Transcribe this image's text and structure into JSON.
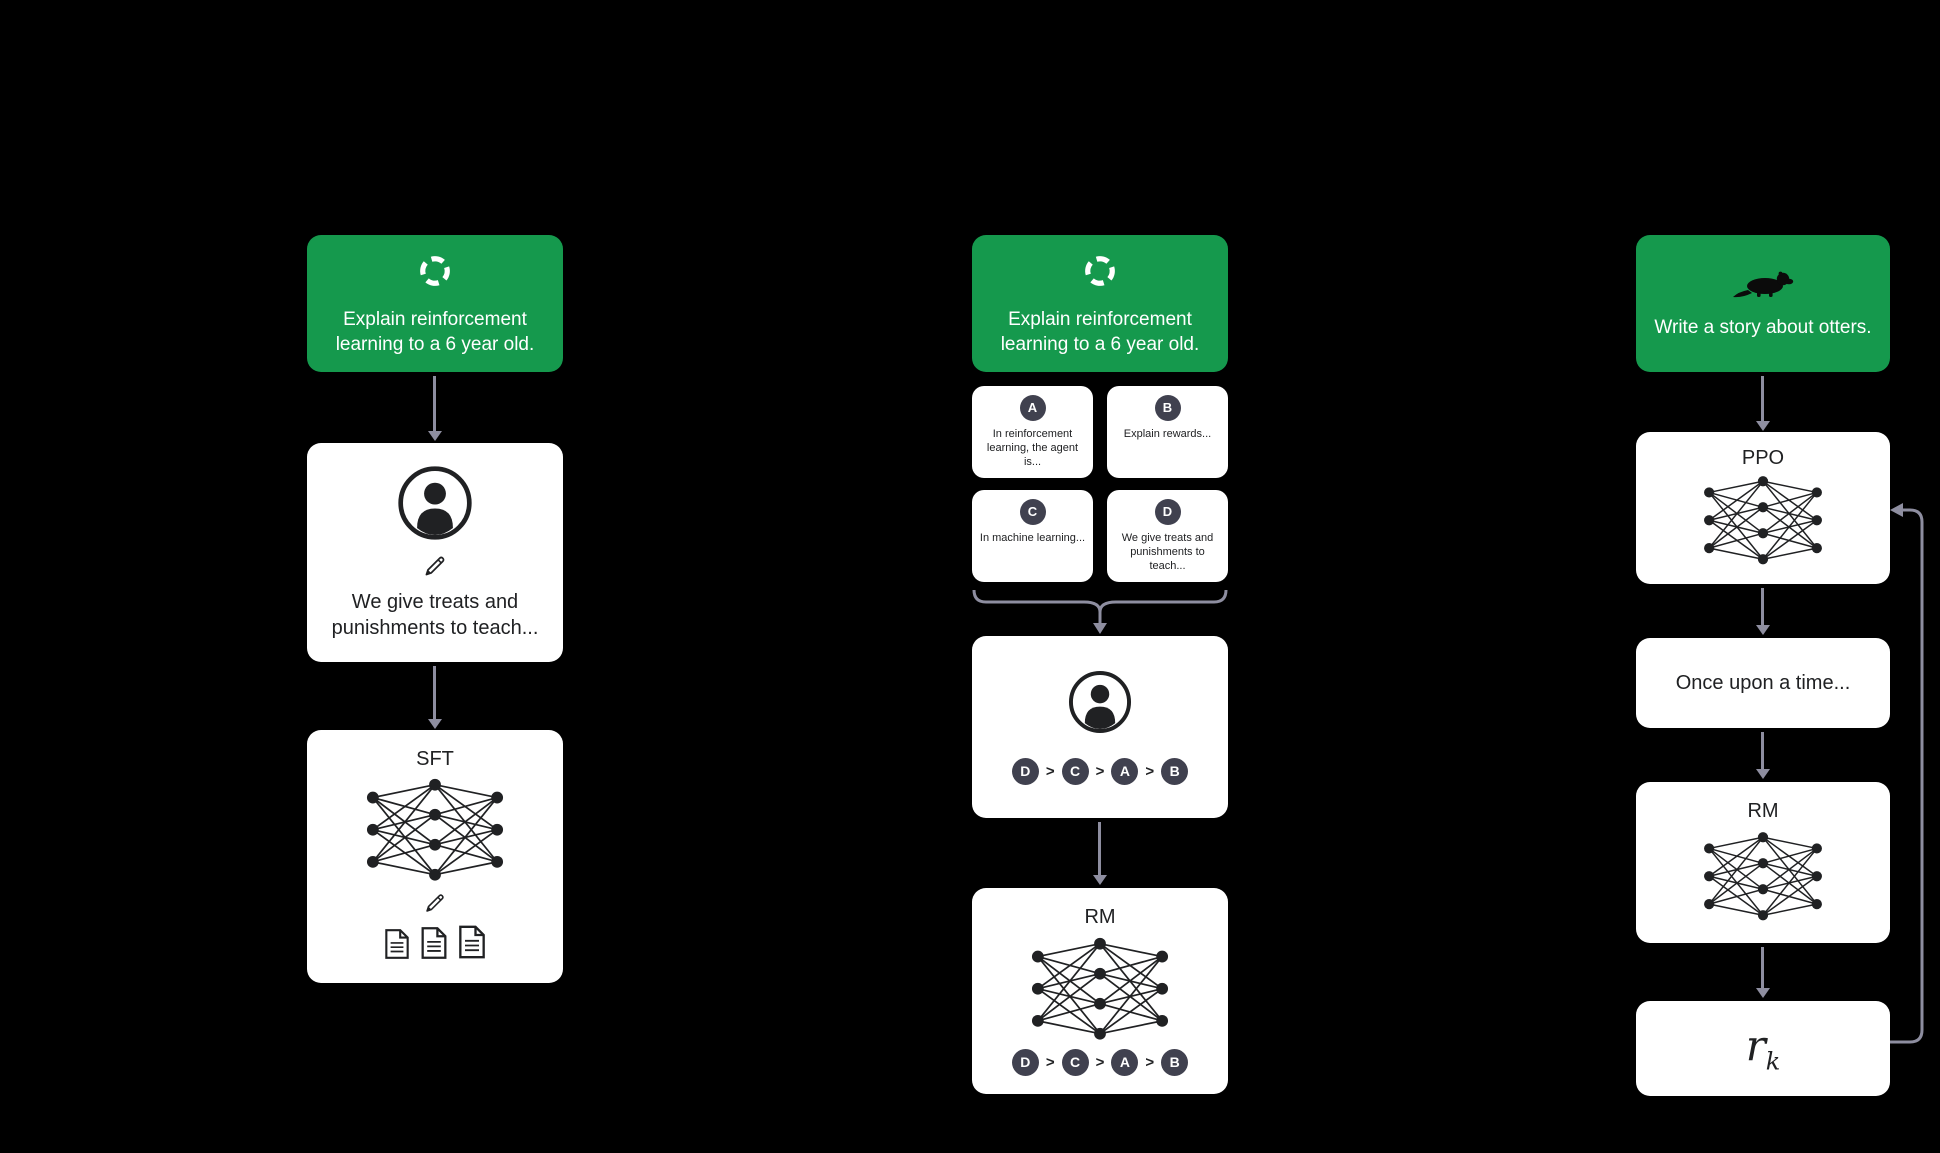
{
  "colors": {
    "background": "#000000",
    "green": "#15994d",
    "box": "#ffffff",
    "chip": "#40414f",
    "arrow": "#8e8ea0",
    "text_dark": "#202123"
  },
  "step1": {
    "prompt": {
      "icon": "cycle-icon",
      "text": "Explain reinforcement learning to a 6 year old."
    },
    "labeler": {
      "icon": "person-icon",
      "pencil_icon": "pencil-icon",
      "text": "We give treats and punishments to teach..."
    },
    "sft": {
      "label": "SFT",
      "icons": [
        "neural-network-icon",
        "pencil-icon",
        "document-icon",
        "document-icon",
        "document-icon"
      ]
    }
  },
  "step2": {
    "prompt": {
      "icon": "cycle-icon",
      "text": "Explain reinforcement learning to a 6 year old."
    },
    "answers": [
      {
        "id": "A",
        "text": "In reinforcement learning, the agent is..."
      },
      {
        "id": "B",
        "text": "Explain rewards..."
      },
      {
        "id": "C",
        "text": "In machine learning..."
      },
      {
        "id": "D",
        "text": "We give treats and punishments to teach..."
      }
    ],
    "ranking": {
      "icon": "person-icon",
      "order": [
        "D",
        "C",
        "A",
        "B"
      ],
      "sep": ">"
    },
    "rm": {
      "label": "RM",
      "icon": "neural-network-icon"
    }
  },
  "step3": {
    "prompt": {
      "icon": "otter-icon",
      "text": "Write a story about otters."
    },
    "ppo": {
      "label": "PPO",
      "icon": "neural-network-icon"
    },
    "output": {
      "text": "Once upon a time..."
    },
    "rm": {
      "label": "RM",
      "icon": "neural-network-icon"
    },
    "reward": {
      "base": "r",
      "sub": "k"
    }
  }
}
